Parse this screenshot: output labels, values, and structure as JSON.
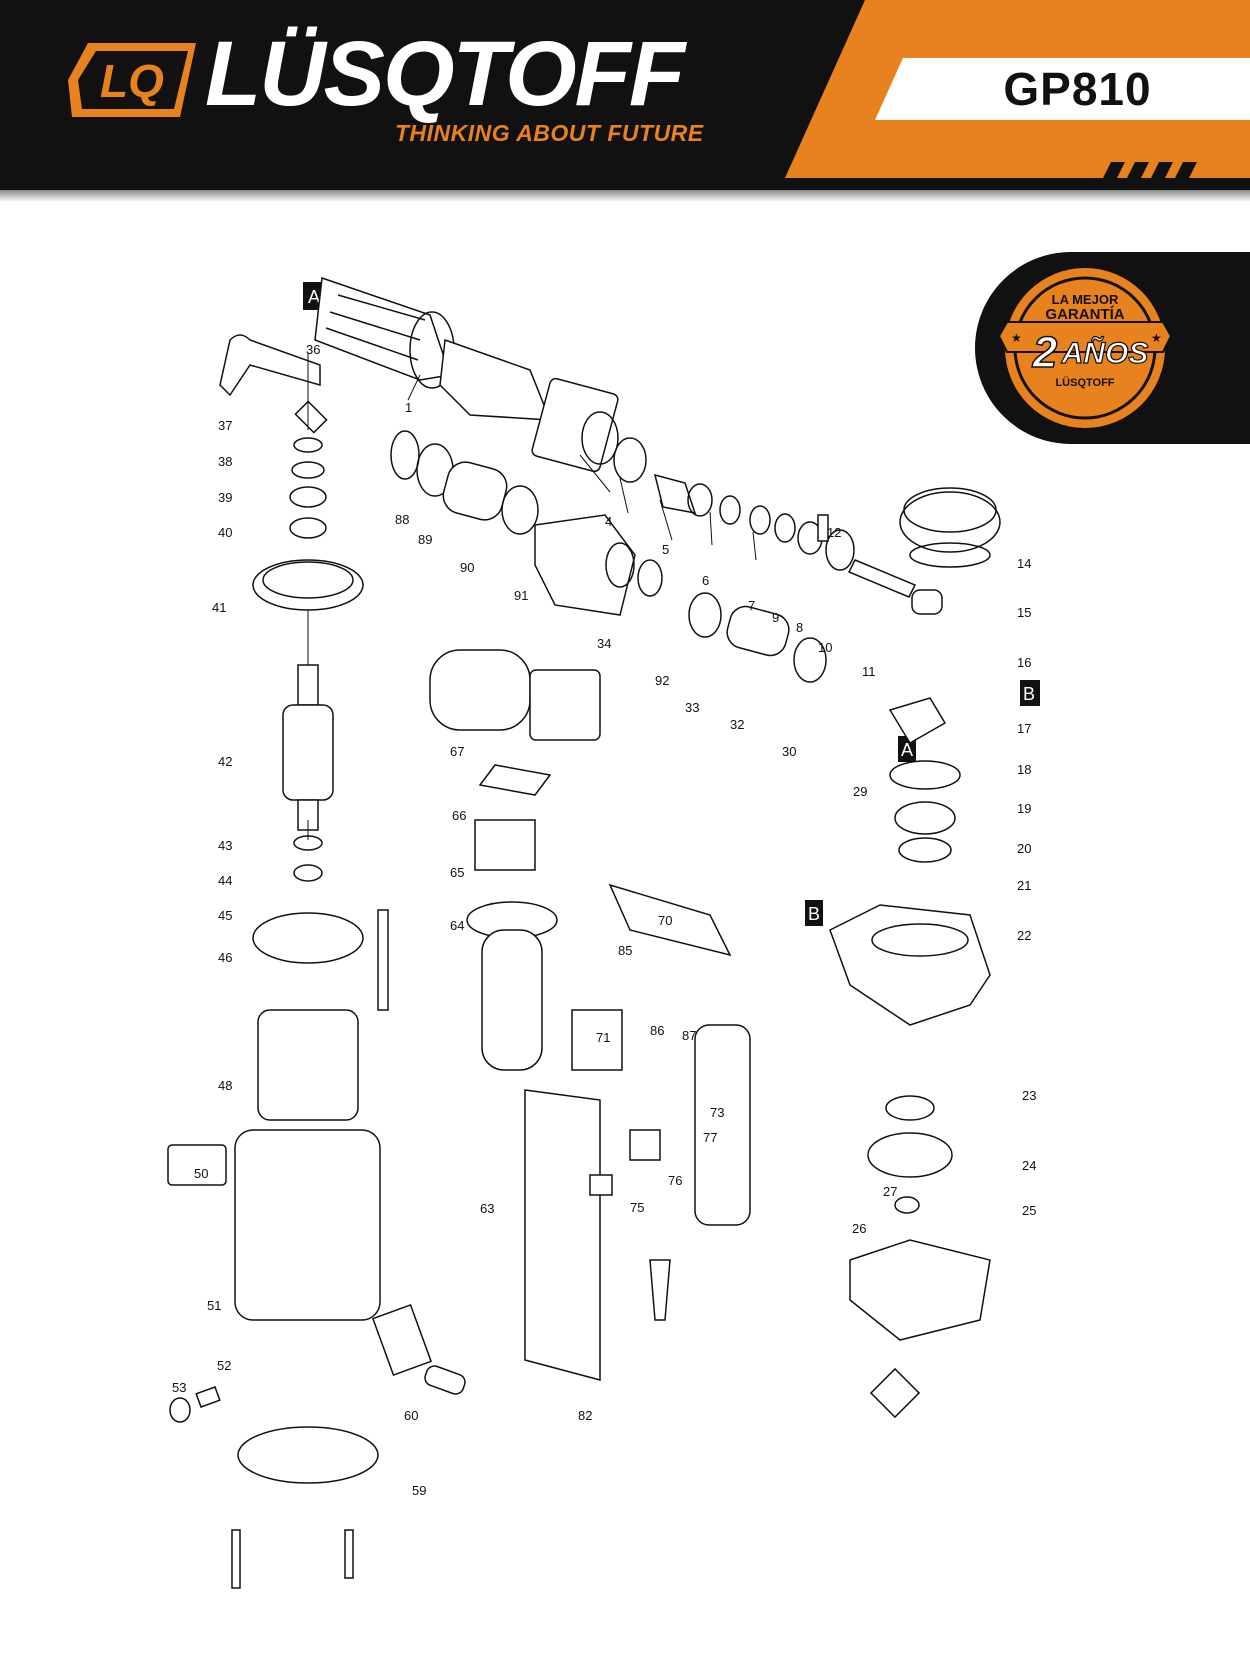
{
  "header": {
    "brand": "LÜSQTOFF",
    "tagline": "THINKING ABOUT FUTURE",
    "model": "GP810",
    "logo_mark": "LQ",
    "colors": {
      "accent": "#e8821e",
      "dark": "#111111",
      "light": "#ffffff"
    }
  },
  "warranty_badge": {
    "line1": "LA MEJOR",
    "line2": "GARANTÍA",
    "years_num": "2",
    "years_word": "AÑOS",
    "brand": "LÜSQTOFF"
  },
  "diagram": {
    "section_markers": [
      "A",
      "A",
      "B",
      "B"
    ],
    "part_numbers": [
      "1",
      "4",
      "5",
      "6",
      "7",
      "8",
      "9",
      "10",
      "11",
      "12",
      "14",
      "15",
      "16",
      "17",
      "18",
      "19",
      "20",
      "21",
      "22",
      "23",
      "24",
      "25",
      "26",
      "27",
      "29",
      "30",
      "32",
      "33",
      "34",
      "36",
      "37",
      "38",
      "39",
      "40",
      "41",
      "42",
      "43",
      "44",
      "45",
      "46",
      "48",
      "50",
      "51",
      "52",
      "53",
      "59",
      "60",
      "63",
      "64",
      "65",
      "66",
      "67",
      "70",
      "71",
      "73",
      "75",
      "76",
      "77",
      "82",
      "85",
      "86",
      "87",
      "88",
      "89",
      "90",
      "91",
      "92"
    ]
  }
}
